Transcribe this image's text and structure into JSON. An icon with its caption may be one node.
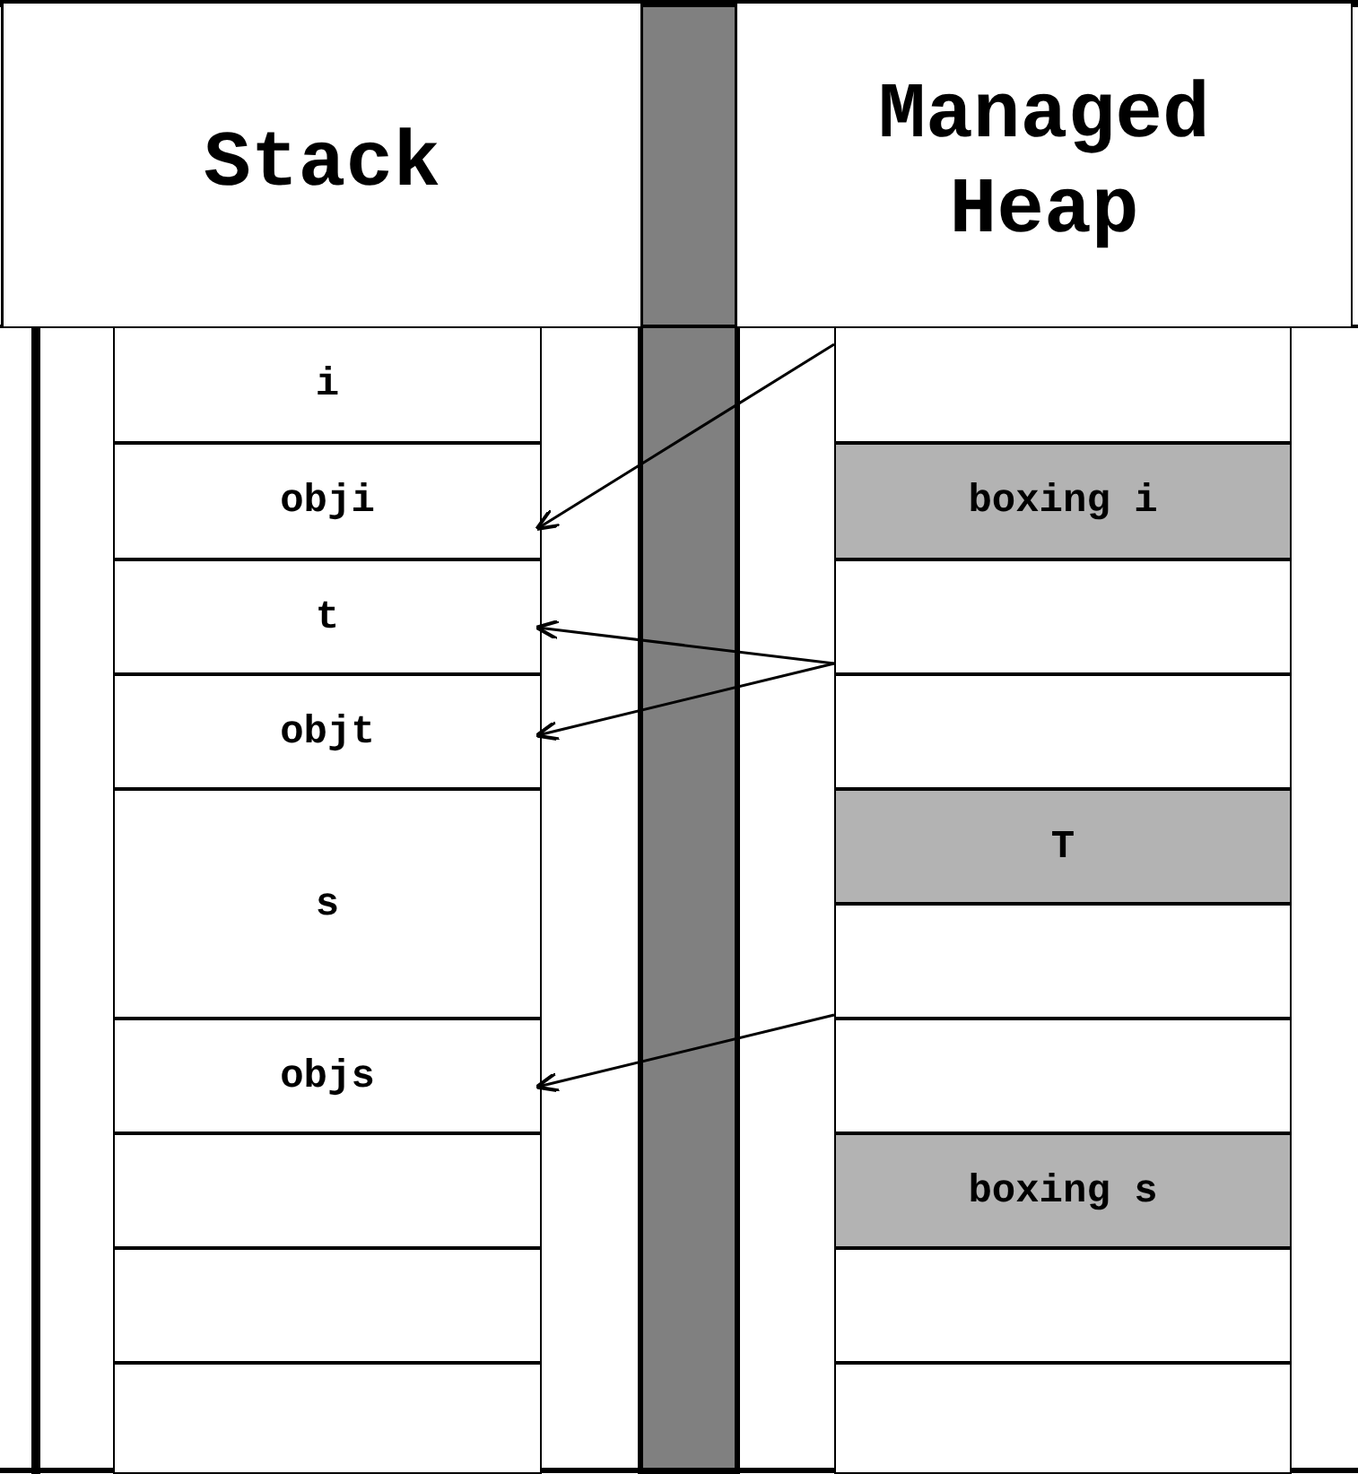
{
  "diagram": {
    "nodes": [
      {
        "text": [
          "Stack"
        ]
      },
      {
        "text": [
          "Managed Heap"
        ]
      },
      {
        "text": [
          "i"
        ]
      },
      {
        "text": [
          "obji"
        ]
      },
      {
        "text": [
          "t"
        ]
      },
      {
        "text": [
          "objt"
        ]
      },
      {
        "text": [
          "s"
        ]
      },
      {
        "text": [
          "objs"
        ]
      },
      {
        "text": [],
        "shape": "box"
      },
      {
        "text": [],
        "shape": "box"
      },
      {
        "text": [],
        "shape": "box"
      },
      {
        "text": [],
        "shape": "box"
      },
      {
        "text": [
          "boxing i"
        ]
      },
      {
        "text": [],
        "shape": "box"
      },
      {
        "text": [],
        "shape": "box"
      },
      {
        "text": [
          "T"
        ]
      },
      {
        "text": [],
        "shape": "box"
      },
      {
        "text": [],
        "shape": "box"
      },
      {
        "text": [
          "boxing s"
        ]
      },
      {
        "text": [],
        "shape": "box"
      },
      {
        "text": [],
        "shape": "box"
      }
    ],
    "edges": [
      {
        "from": 11,
        "to": 3,
        "arrow": "to"
      },
      {
        "from": 13,
        "to": 4,
        "arrow": "to"
      },
      {
        "from": 13,
        "to": 5,
        "arrow": "to"
      },
      {
        "from": 16,
        "to": 7,
        "arrow": "to"
      }
    ]
  }
}
